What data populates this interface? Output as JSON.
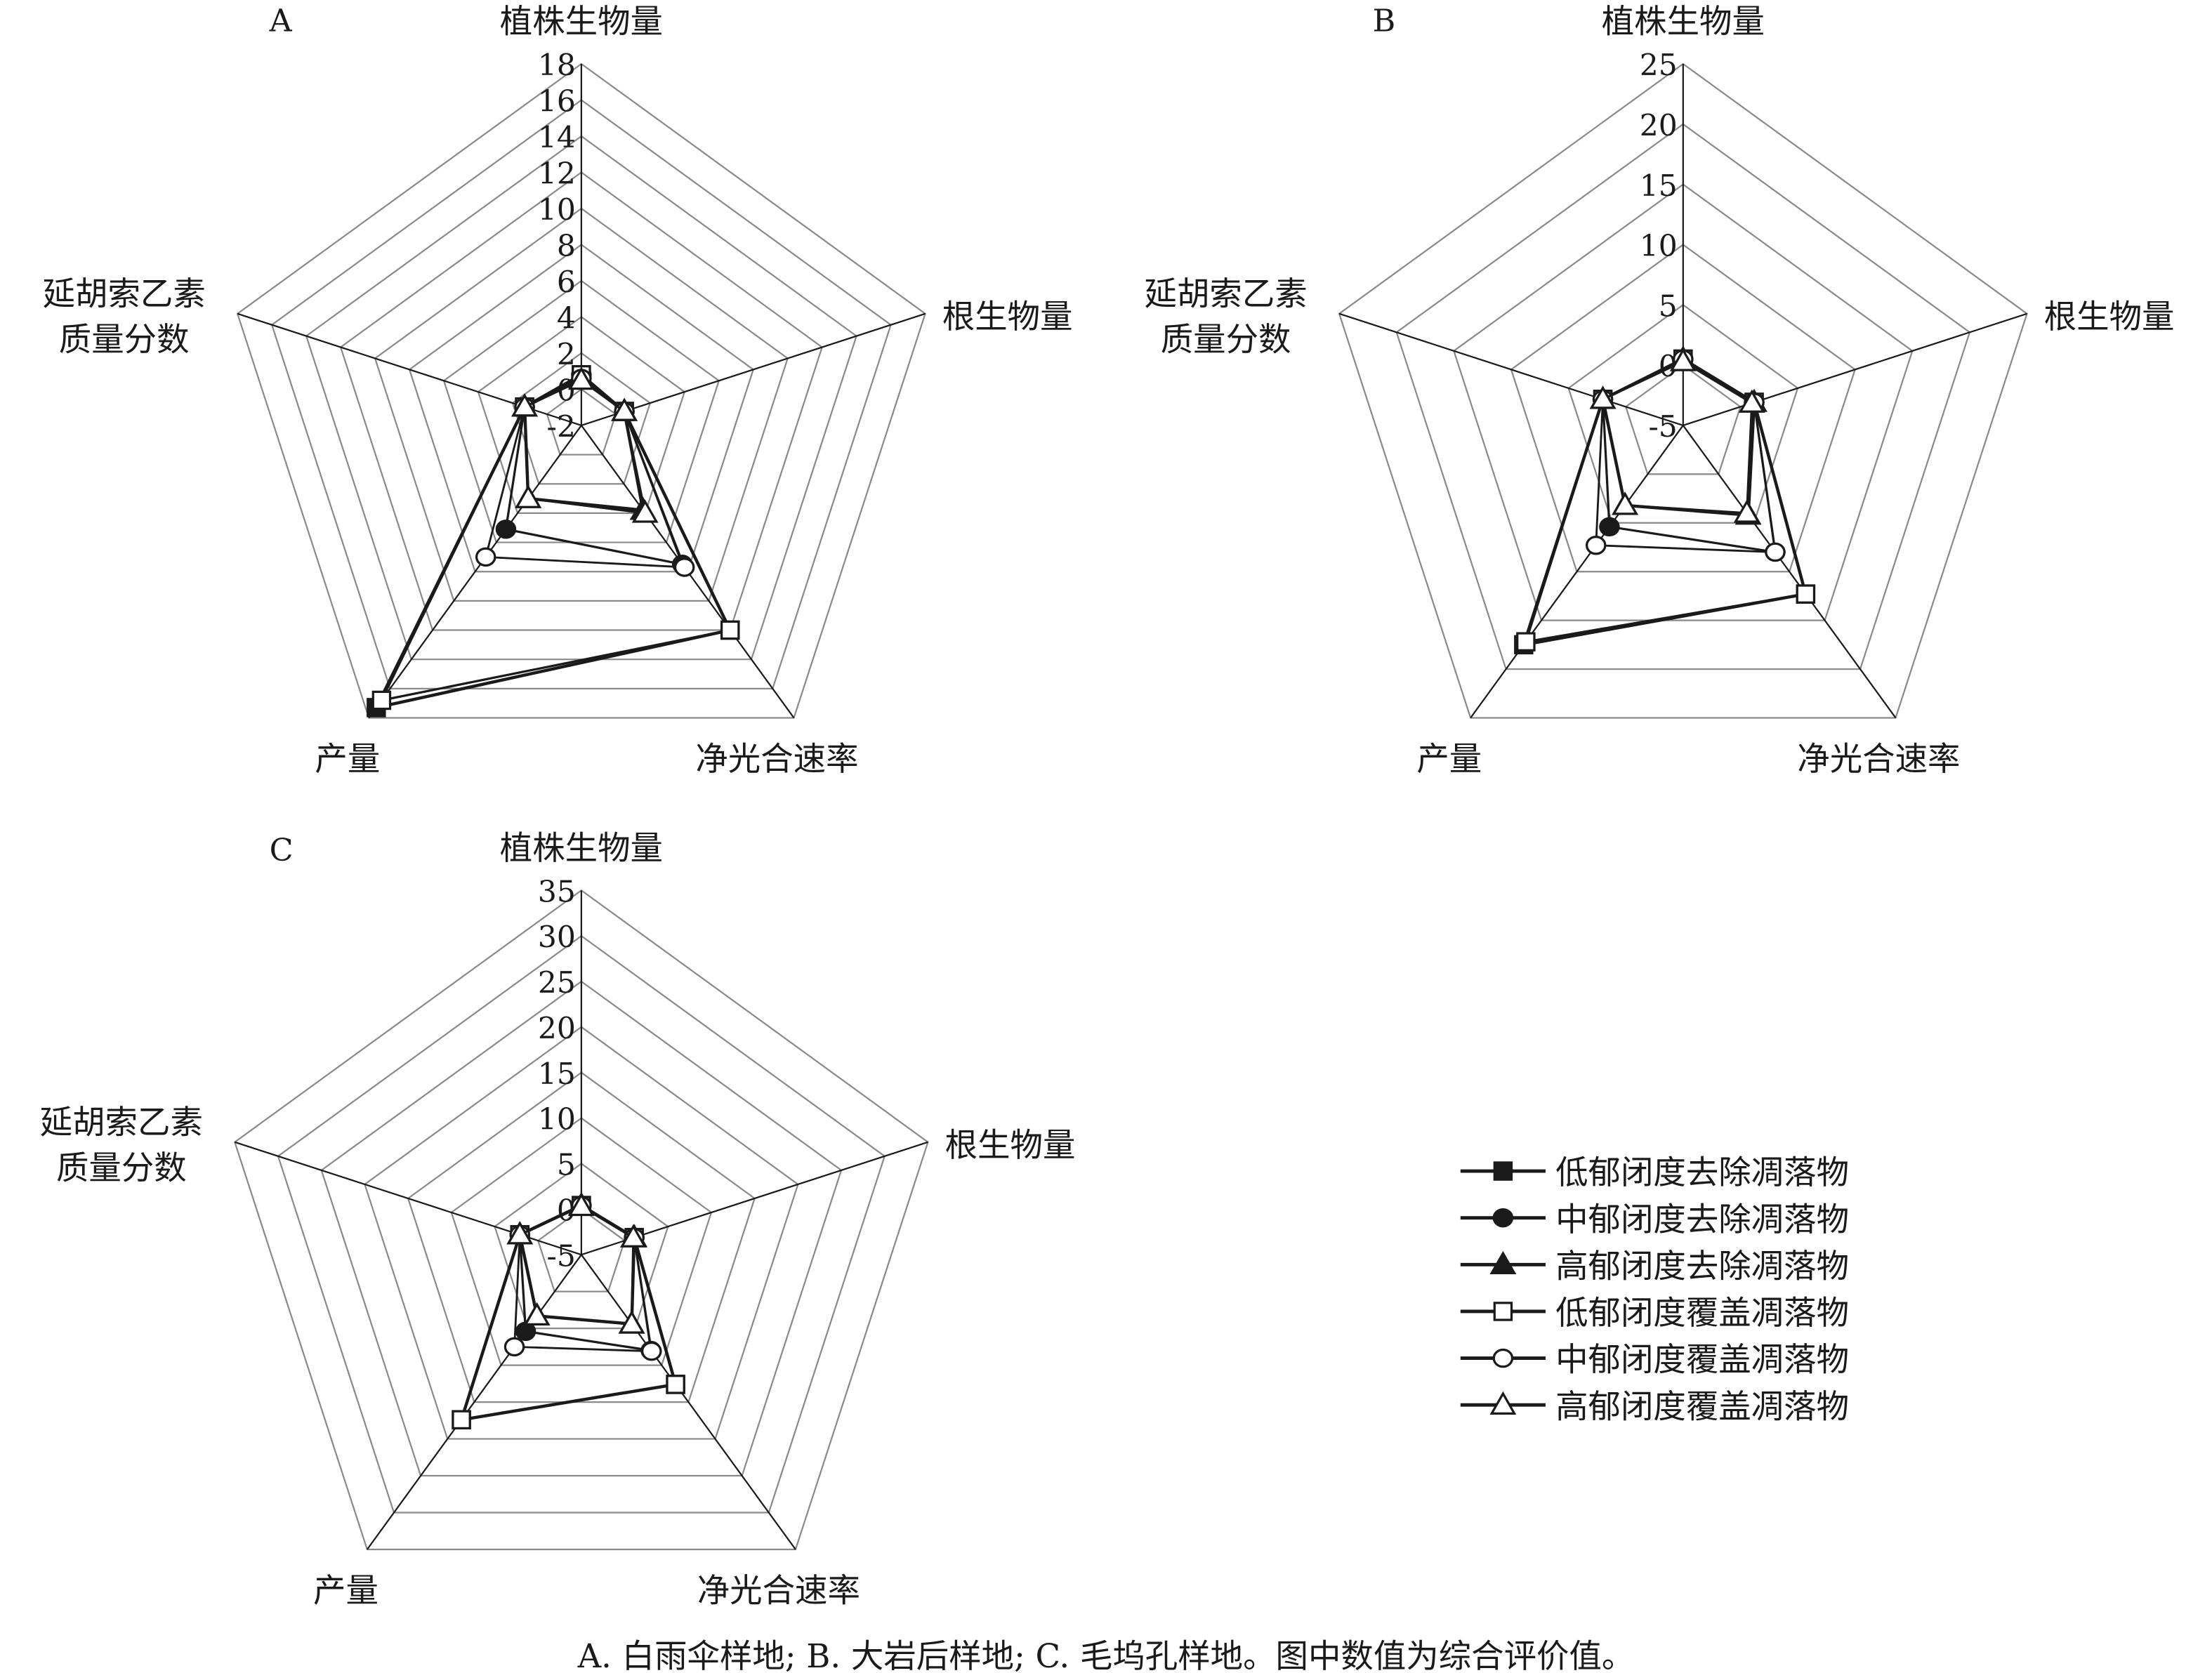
{
  "chart_data": [
    {
      "type": "radar",
      "panel": "A",
      "axis_labels": [
        "植株生物量",
        "根生物量",
        "净光合速率",
        "产量",
        "延胡索乙素质量分数"
      ],
      "range": [
        -2,
        18
      ],
      "ticks": [
        -2,
        0,
        2,
        4,
        6,
        8,
        10,
        12,
        14,
        16,
        18
      ],
      "series": [
        {
          "name": "低郁闭度去除凋落物",
          "values": [
            0.8,
            0.5,
            12.0,
            17.3,
            1.3
          ]
        },
        {
          "name": "中郁闭度去除凋落物",
          "values": [
            0.8,
            0.5,
            7.5,
            5.1,
            1.3
          ]
        },
        {
          "name": "高郁闭度去除凋落物",
          "values": [
            0.6,
            0.5,
            3.8,
            3.0,
            1.3
          ]
        },
        {
          "name": "低郁闭度覆盖凋落物",
          "values": [
            0.8,
            0.5,
            12.0,
            16.8,
            1.3
          ]
        },
        {
          "name": "中郁闭度覆盖凋落物",
          "values": [
            0.6,
            0.5,
            7.7,
            7.0,
            1.3
          ]
        },
        {
          "name": "高郁闭度覆盖凋落物",
          "values": [
            0.5,
            0.5,
            4.0,
            3.0,
            1.3
          ]
        }
      ]
    },
    {
      "type": "radar",
      "panel": "B",
      "axis_labels": [
        "植株生物量",
        "根生物量",
        "净光合速率",
        "产量",
        "延胡索乙素质量分数"
      ],
      "range": [
        -5,
        25
      ],
      "ticks": [
        -5,
        0,
        5,
        10,
        15,
        20,
        25
      ],
      "series": [
        {
          "name": "低郁闭度去除凋落物",
          "values": [
            0.5,
            1.2,
            12.3,
            17.5,
            2.0
          ]
        },
        {
          "name": "中郁闭度去除凋落物",
          "values": [
            0.5,
            1.2,
            8.0,
            5.4,
            2.0
          ]
        },
        {
          "name": "高郁闭度去除凋落物",
          "values": [
            0.5,
            1.2,
            4.2,
            3.2,
            2.0
          ]
        },
        {
          "name": "低郁闭度覆盖凋落物",
          "values": [
            0.5,
            1.2,
            12.3,
            17.2,
            2.0
          ]
        },
        {
          "name": "中郁闭度覆盖凋落物",
          "values": [
            0.5,
            1.2,
            8.0,
            7.3,
            2.0
          ]
        },
        {
          "name": "高郁闭度覆盖凋落物",
          "values": [
            0.3,
            1.0,
            4.0,
            3.2,
            2.0
          ]
        }
      ]
    },
    {
      "type": "radar",
      "panel": "C",
      "axis_labels": [
        "植株生物量",
        "根生物量",
        "净光合速率",
        "产量",
        "延胡索乙素质量分数"
      ],
      "range": [
        -5,
        35
      ],
      "ticks": [
        -5,
        0,
        5,
        10,
        15,
        20,
        25,
        30,
        35
      ],
      "series": [
        {
          "name": "低郁闭度去除凋落物",
          "values": [
            0.4,
            1.1,
            12.6,
            17.4,
            2.1
          ]
        },
        {
          "name": "中郁闭度去除凋落物",
          "values": [
            0.4,
            1.1,
            8.0,
            5.4,
            2.1
          ]
        },
        {
          "name": "高郁闭度去除凋落物",
          "values": [
            0.4,
            1.1,
            4.4,
            3.3,
            2.1
          ]
        },
        {
          "name": "低郁闭度覆盖凋落物",
          "values": [
            0.4,
            1.1,
            12.6,
            17.4,
            2.1
          ]
        },
        {
          "name": "中郁闭度覆盖凋落物",
          "values": [
            0.4,
            1.1,
            8.1,
            7.5,
            2.1
          ]
        },
        {
          "name": "高郁闭度覆盖凋落物",
          "values": [
            0.3,
            1.0,
            4.4,
            3.3,
            2.1
          ]
        }
      ]
    }
  ],
  "legend": {
    "placement": "bottom-right",
    "items": [
      {
        "label": "低郁闭度去除凋落物",
        "marker": "filled-square"
      },
      {
        "label": "中郁闭度去除凋落物",
        "marker": "filled-circle"
      },
      {
        "label": "高郁闭度去除凋落物",
        "marker": "filled-triangle"
      },
      {
        "label": "低郁闭度覆盖凋落物",
        "marker": "open-square"
      },
      {
        "label": "中郁闭度覆盖凋落物",
        "marker": "open-circle"
      },
      {
        "label": "高郁闭度覆盖凋落物",
        "marker": "open-triangle"
      }
    ]
  },
  "caption": "A. 白雨伞样地; B. 大岩后样地; C. 毛坞孔样地。图中数值为综合评价值。",
  "colors": {
    "line": "#1a1a1a",
    "grid": "#8a8a8a"
  }
}
